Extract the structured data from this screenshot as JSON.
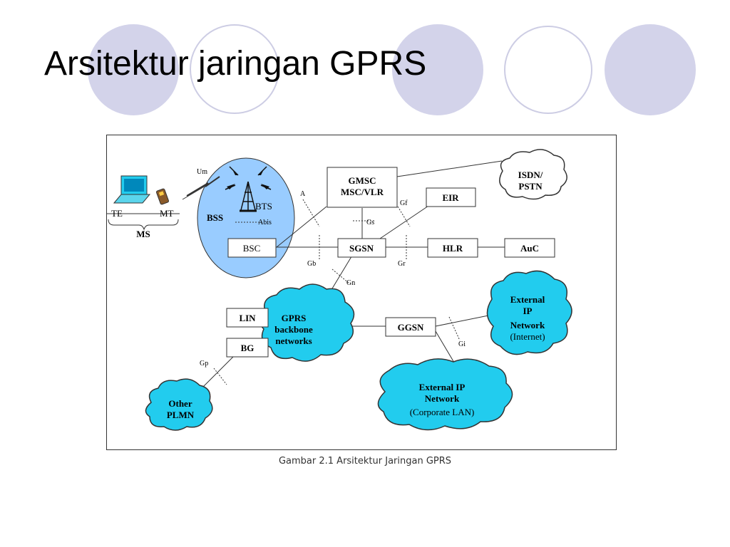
{
  "title": "Arsitektur jaringan GPRS",
  "caption": "Gambar 2.1  Arsitektur Jaringan GPRS",
  "colors": {
    "deco_fill": "#d3d3ea",
    "bss_ellipse": "#99ccff",
    "cloud": "#22ccee",
    "cloud_white": "#ffffff"
  },
  "diagram": {
    "ms": {
      "te": "TE",
      "mt": "MT",
      "ms": "MS"
    },
    "um": "Um",
    "bss": "BSS",
    "bts": "BTS",
    "abis": "Abis",
    "bsc": "BSC",
    "gmsc_line1": "GMSC",
    "gmsc_line2": "MSC/VLR",
    "isdn_line1": "ISDN/",
    "isdn_line2": "PSTN",
    "eir": "EIR",
    "sgsn": "SGSN",
    "hlr": "HLR",
    "auc": "AuC",
    "interfaces": {
      "a": "A",
      "gs": "Gs",
      "gf": "Gf",
      "gb": "Gb",
      "gr": "Gr",
      "gn": "Gn",
      "gi": "Gi",
      "gp": "Gp"
    },
    "lin": "LIN",
    "bg": "BG",
    "gprs_line1": "GPRS",
    "gprs_line2": "backbone",
    "gprs_line3": "networks",
    "ggsn": "GGSN",
    "ext_internet": [
      "External",
      "IP",
      "Network",
      "(Internet)"
    ],
    "ext_corporate": [
      "External IP",
      "Network",
      "(Corporate LAN)"
    ],
    "other_plmn": [
      "Other",
      "PLMN"
    ]
  }
}
